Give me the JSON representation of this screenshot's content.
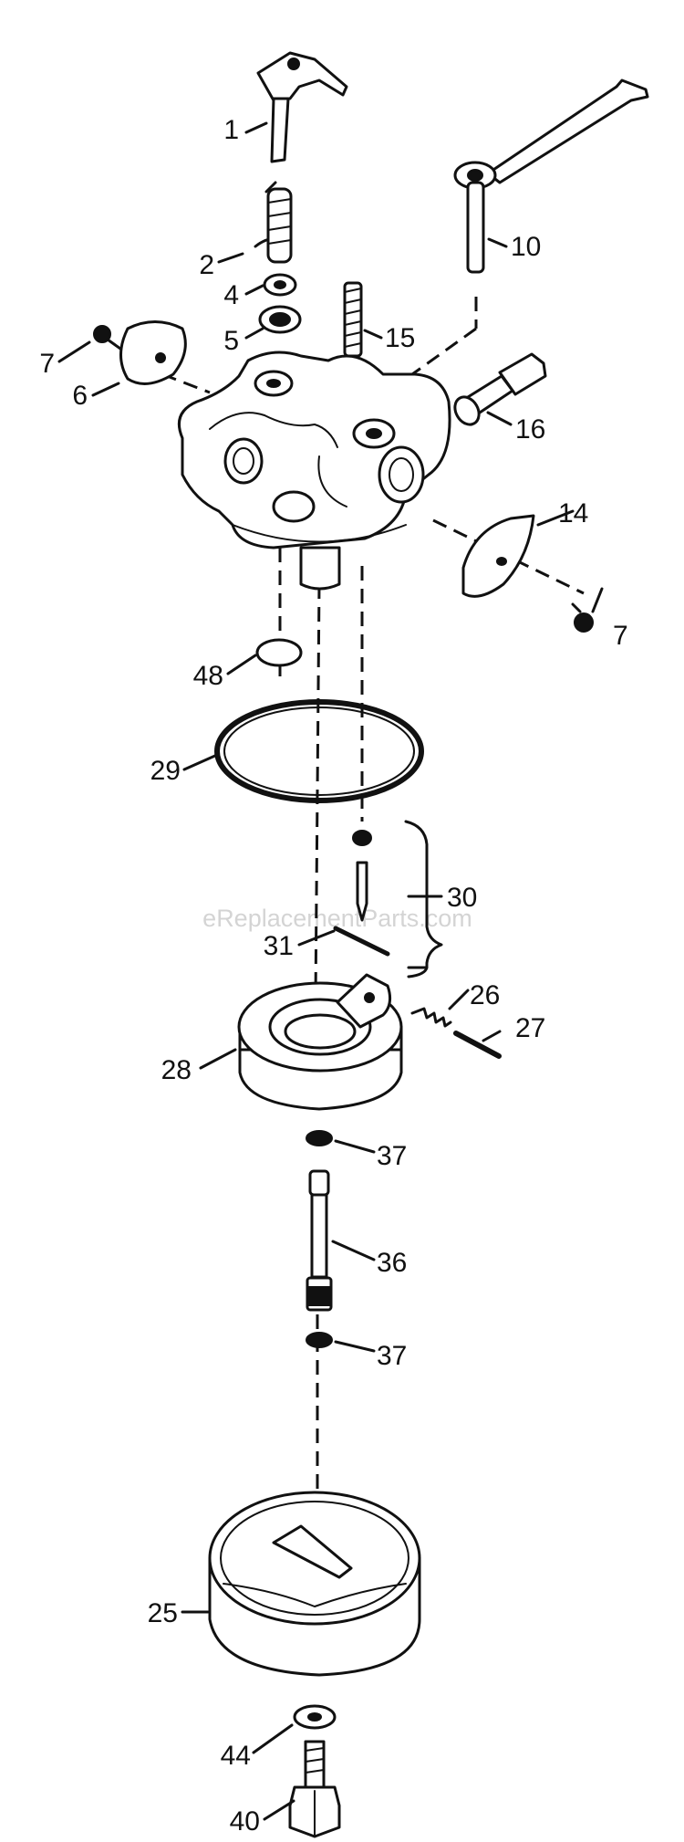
{
  "watermark": "eReplacementParts.com",
  "parts": [
    {
      "key": "p1",
      "label": "1"
    },
    {
      "key": "p2",
      "label": "2"
    },
    {
      "key": "p4",
      "label": "4"
    },
    {
      "key": "p5",
      "label": "5"
    },
    {
      "key": "p6",
      "label": "6"
    },
    {
      "key": "p7a",
      "label": "7"
    },
    {
      "key": "p7b",
      "label": "7"
    },
    {
      "key": "p10",
      "label": "10"
    },
    {
      "key": "p14",
      "label": "14"
    },
    {
      "key": "p15",
      "label": "15"
    },
    {
      "key": "p16",
      "label": "16"
    },
    {
      "key": "p25",
      "label": "25"
    },
    {
      "key": "p26",
      "label": "26"
    },
    {
      "key": "p27",
      "label": "27"
    },
    {
      "key": "p28",
      "label": "28"
    },
    {
      "key": "p29",
      "label": "29"
    },
    {
      "key": "p30",
      "label": "30"
    },
    {
      "key": "p31",
      "label": "31"
    },
    {
      "key": "p36",
      "label": "36"
    },
    {
      "key": "p37a",
      "label": "37"
    },
    {
      "key": "p37b",
      "label": "37"
    },
    {
      "key": "p40",
      "label": "40"
    },
    {
      "key": "p44",
      "label": "44"
    },
    {
      "key": "p48",
      "label": "48"
    }
  ]
}
